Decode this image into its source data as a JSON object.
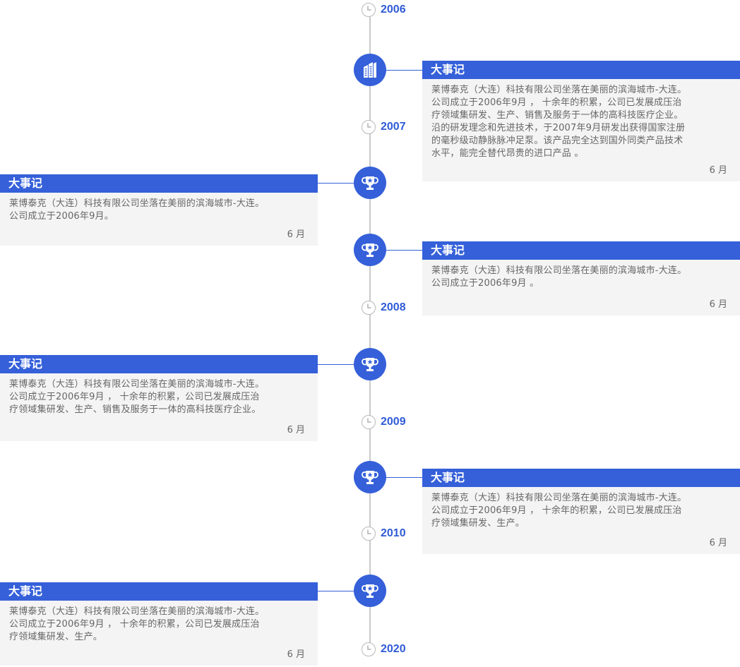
{
  "years": [
    "2006",
    "2007",
    "2008",
    "2009",
    "2010",
    "2020"
  ],
  "events": [
    {
      "title": "大事记",
      "body": "莱博泰克（大连）科技有限公司坐落在美丽的滨海城市-大连。\n公司成立于2006年9月 ， 十余年的积累，公司已发展成压治\n疗领域集研发、生产、销售及服务于一体的高科技医疗企业。\n沿的研发理念和先进技术，于2007年9月研发出获得国家注册\n的毫秒级动静脉脉冲足泵。该产品完全达到国外同类产品技术\n水平，能完全替代昂贵的进口产品 。",
      "date": "6 月",
      "icon": "building-icon"
    },
    {
      "title": "大事记",
      "body": "莱博泰克（大连）科技有限公司坐落在美丽的滨海城市-大连。\n公司成立于2006年9月。",
      "date": "6 月",
      "icon": "trophy-icon"
    },
    {
      "title": "大事记",
      "body": "莱博泰克（大连）科技有限公司坐落在美丽的滨海城市-大连。\n公司成立于2006年9月 。",
      "date": "6 月",
      "icon": "trophy-icon"
    },
    {
      "title": "大事记",
      "body": "莱博泰克（大连）科技有限公司坐落在美丽的滨海城市-大连。\n公司成立于2006年9月 ， 十余年的积累，公司已发展成压治\n疗领域集研发、生产、销售及服务于一体的高科技医疗企业。",
      "date": "6 月",
      "icon": "trophy-icon"
    },
    {
      "title": "大事记",
      "body": "莱博泰克（大连）科技有限公司坐落在美丽的滨海城市-大连。\n公司成立于2006年9月 ， 十余年的积累，公司已发展成压治\n疗领域集研发、生产。",
      "date": "6 月",
      "icon": "trophy-icon"
    },
    {
      "title": "大事记",
      "body": "莱博泰克（大连）科技有限公司坐落在美丽的滨海城市-大连。\n公司成立于2006年9月 ， 十余年的积累，公司已发展成压治\n疗领域集研发、生产。",
      "date": "6 月",
      "icon": "trophy-icon"
    }
  ],
  "colors": {
    "accent": "#3560d9",
    "card_bg": "#f4f4f4",
    "axis": "#c9c9c9",
    "text": "#666666"
  }
}
